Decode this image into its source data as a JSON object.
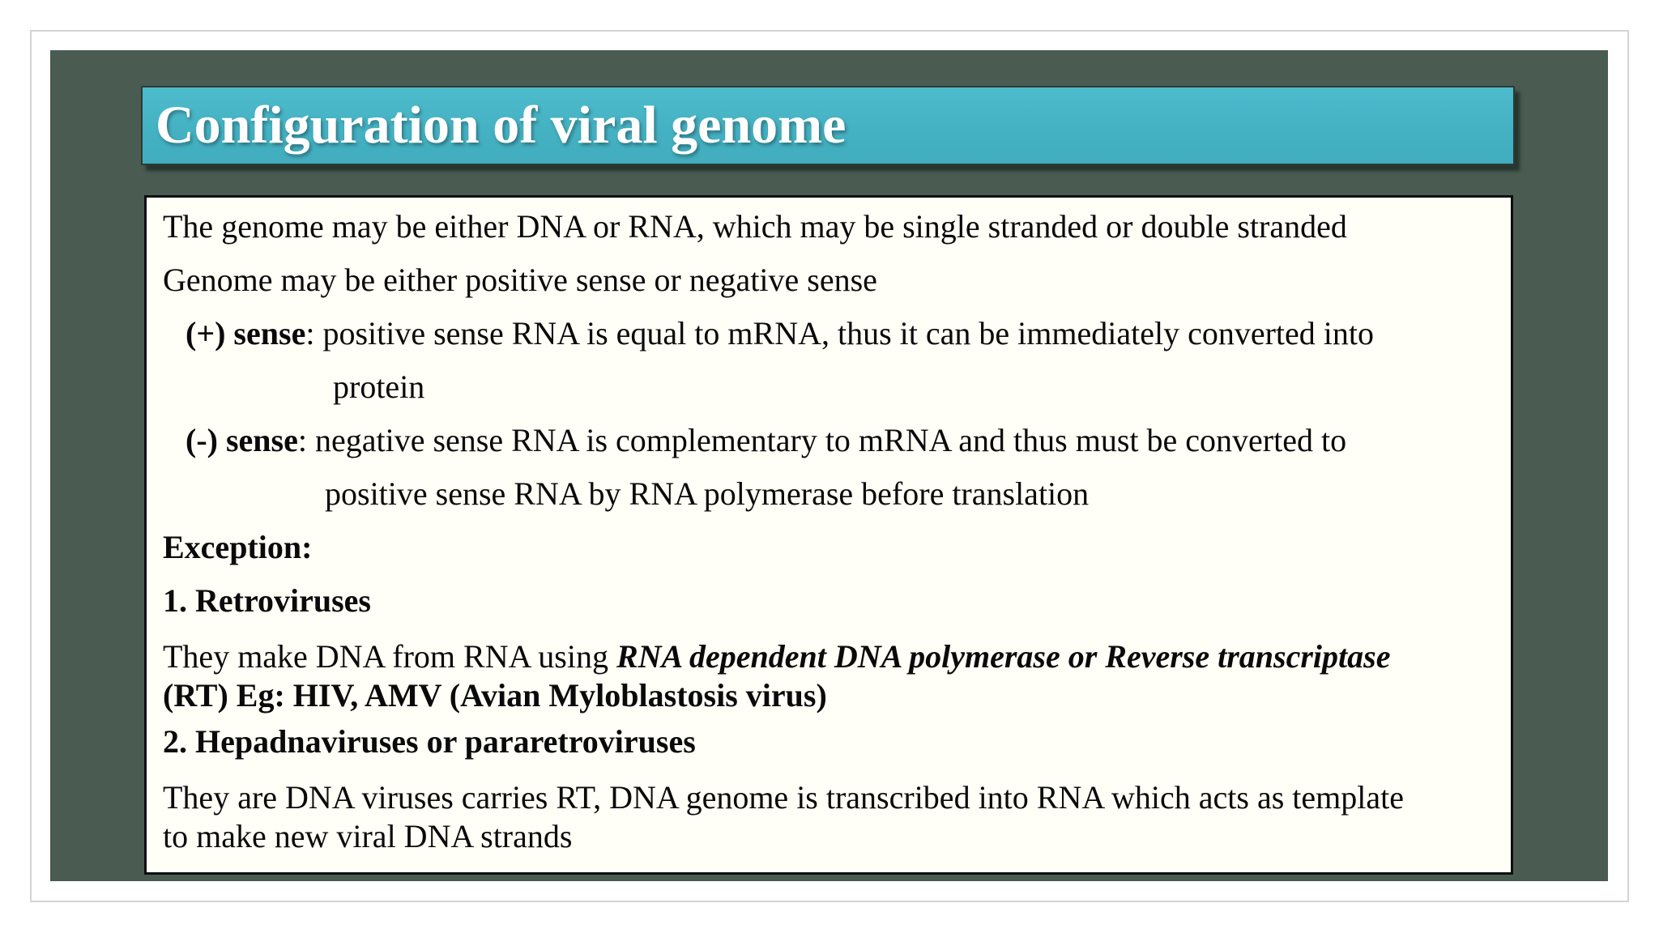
{
  "slide": {
    "title": "Configuration of viral genome",
    "content": {
      "line1": "The genome may be either DNA or RNA, which may be single stranded or double stranded",
      "line2": "Genome may be either positive sense or negative sense",
      "pos_sense": {
        "label": "(+) sense",
        "rest": ": positive sense RNA is equal to mRNA, thus it can be immediately converted into",
        "wrap": "protein"
      },
      "neg_sense": {
        "label": "(-) sense",
        "rest": ": negative sense RNA is complementary to mRNA and thus must be converted to",
        "wrap": "positive sense RNA by RNA polymerase before translation"
      },
      "exception_heading": "Exception:",
      "retro_heading": "1. Retroviruses",
      "retro_body": {
        "lead": "They make DNA from RNA using ",
        "emphasis": "RNA dependent DNA polymerase or Reverse transcriptase",
        "line2": "(RT) Eg: HIV, AMV (Avian Myloblastosis virus)"
      },
      "hepadna_heading": "2. Hepadnaviruses or pararetroviruses",
      "hepadna_body": {
        "line1": "They are DNA viruses carries RT, DNA genome is transcribed into RNA which acts as template",
        "line2": "to make new viral DNA strands"
      }
    }
  },
  "colors": {
    "slide_background": "#4a5c52",
    "title_bar_background": "#45b2c3",
    "title_text": "#ffffff",
    "content_box_background": "#fffef7",
    "content_box_border": "#0f0f0f",
    "body_text": "#0a0a0a",
    "page_frame_border": "#d4d4d4"
  }
}
